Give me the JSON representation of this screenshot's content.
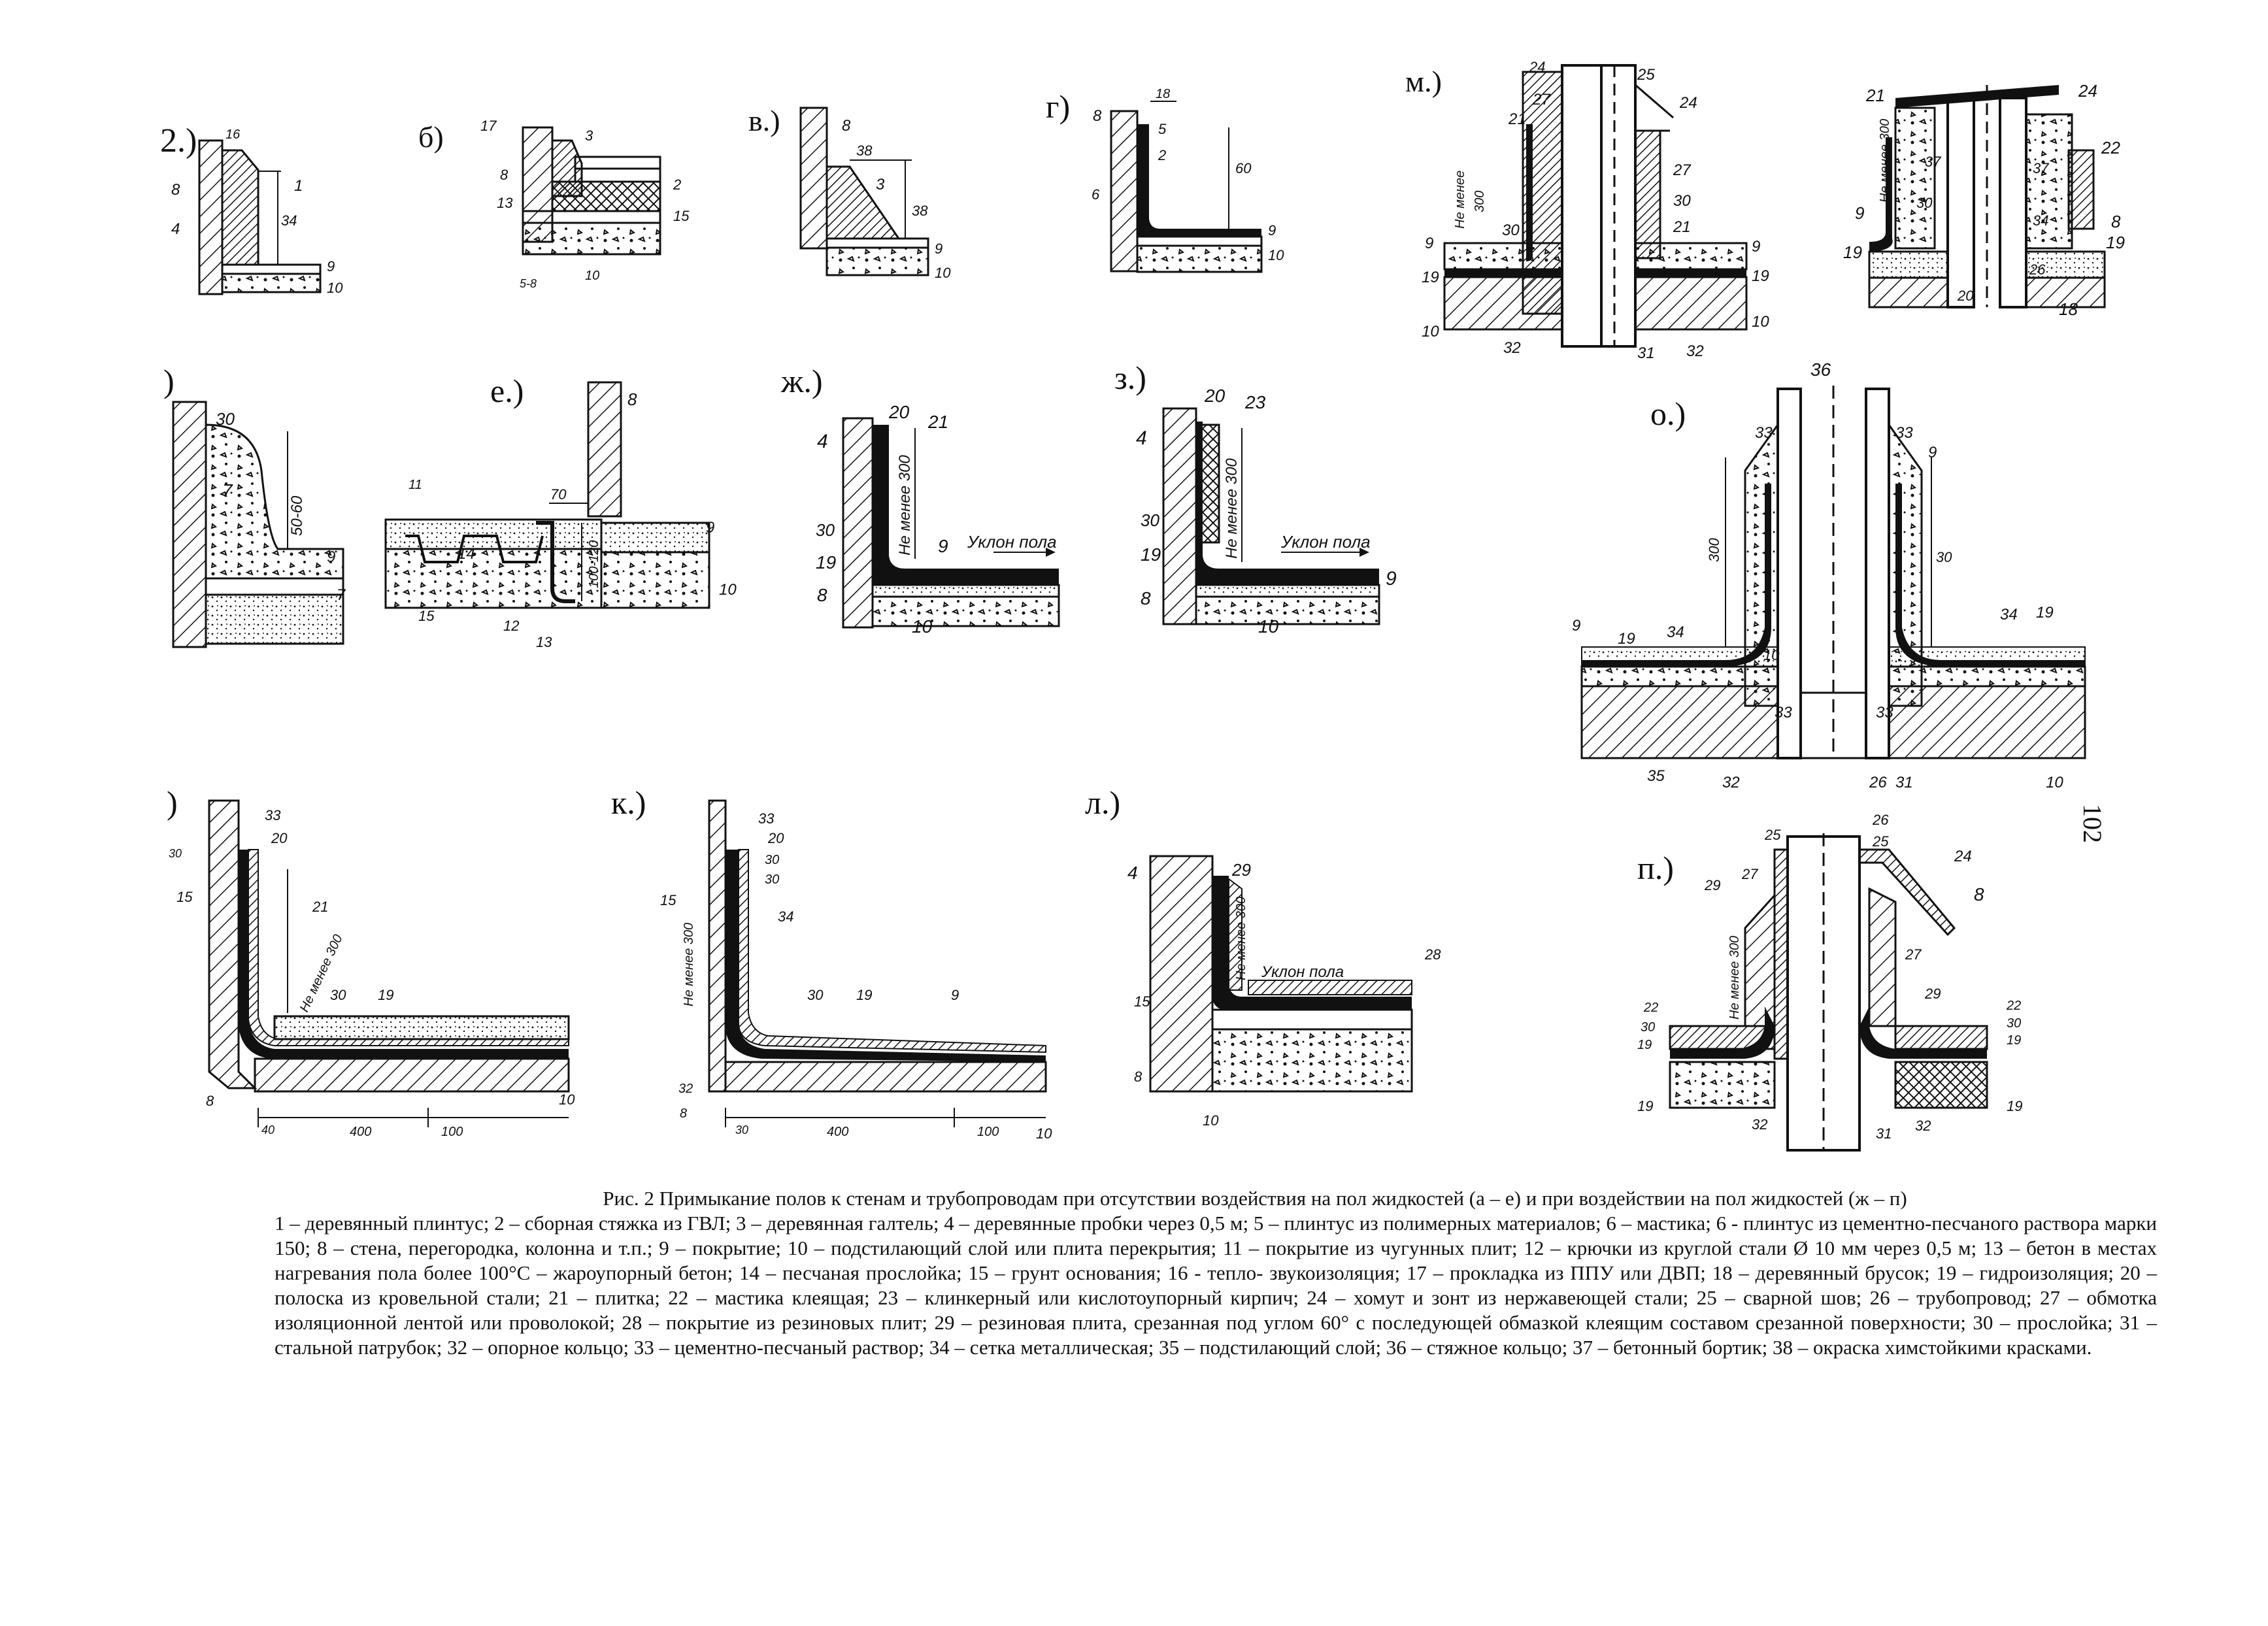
{
  "figure": {
    "caption_title": "Рис. 2 Примыкание полов к стенам и трубопроводам при отсутствии воздействия на пол жидкостей (а – е) и при воздействии на пол жидкостей (ж – п)",
    "legend_text": "1 – деревянный плинтус; 2 – сборная стяжка из ГВЛ; 3 – деревянная галтель; 4 – деревянные пробки через 0,5 м; 5 – плинтус из полимерных материалов; 6 – мастика; 6 - плинтус из цементно-песчаного раствора марки 150; 8 – стена, перегородка, колонна и т.п.; 9 – покрытие; 10 – подстилающий слой или плита перекрытия; 11 – покрытие из чугунных плит; 12 – крючки из круглой стали Ø 10 мм через 0,5 м; 13 – бетон в местах нагревания пола более 100°С – жароупорный бетон; 14 – песчаная прослойка; 15 – грунт основания; 16 - тепло- звукоизоляция; 17 – прокладка из ППУ или ДВП; 18 – деревянный брусок; 19 – гидроизоляция; 20 – полоска из кровельной стали; 21 – плитка; 22 – мастика клеящая; 23 – клинкерный или кислотоупорный кирпич; 24 – хомут и зонт из нержавеющей стали; 25 – сварной шов; 26 – трубопровод; 27 – обмотка изоляционной лентой или проволокой; 28 – покрытие из резиновых плит; 29 – резиновая плита, срезанная под углом 60° с последующей обмазкой клеящим составом срезанной поверхности; 30 – прослойка; 31 – стальной патрубок; 32 – опорное кольцо; 33 – цементно-песчаный раствор; 34 – сетка металлическая; 35 – подстилающий слой; 36 – стяжное кольцо; 37 – бетонный бортик; 38 – окраска химстойкими красками.",
    "page_number": "102"
  },
  "details": {
    "a": {
      "tag": "2.)",
      "nums": [
        "16",
        "1",
        "8",
        "4",
        "34",
        "9",
        "10"
      ]
    },
    "b": {
      "tag": "б)",
      "nums": [
        "17",
        "3",
        "8",
        "2",
        "13",
        "15",
        "10",
        "5-8"
      ]
    },
    "v": {
      "tag": "в.)",
      "nums": [
        "8",
        "38",
        "3",
        "38",
        "9",
        "10"
      ]
    },
    "g": {
      "tag": "г)",
      "nums": [
        "8",
        "18",
        "5",
        "2",
        "6",
        "60",
        "9",
        "10"
      ]
    },
    "m": {
      "tag": "м.)",
      "nums": [
        "24",
        "27",
        "25",
        "24",
        "21",
        "27",
        "30",
        "21",
        "30",
        "9",
        "19",
        "10",
        "32",
        "31",
        "32",
        "9",
        "19",
        "10"
      ],
      "text": [
        "Не менее",
        "300"
      ]
    },
    "n": {
      "tag": "",
      "nums": [
        "21",
        "24",
        "22",
        "37",
        "37",
        "9",
        "19",
        "30",
        "34",
        "8",
        "19",
        "26",
        "20",
        "18"
      ],
      "text": [
        "Не менее 300"
      ]
    },
    "d": {
      "tag": ")",
      "nums": [
        "30",
        "50-60",
        "7",
        "9",
        "7"
      ]
    },
    "e": {
      "tag": "е.)",
      "nums": [
        "8",
        "11",
        "70",
        "14",
        "9",
        "100-120",
        "10",
        "15",
        "12",
        "13"
      ]
    },
    "zh": {
      "tag": "ж.)",
      "nums": [
        "20",
        "21",
        "4",
        "30",
        "19",
        "9",
        "8",
        "10"
      ],
      "text": [
        "Не менее 300",
        "Уклон пола"
      ]
    },
    "z": {
      "tag": "з.)",
      "nums": [
        "20",
        "23",
        "4",
        "30",
        "19",
        "8",
        "9",
        "10"
      ],
      "text": [
        "Не менее 300",
        "Уклон пола"
      ]
    },
    "o": {
      "tag": "о.)",
      "nums": [
        "36",
        "33",
        "33",
        "9",
        "300",
        "30",
        "19",
        "34",
        "34",
        "19",
        "9",
        "10",
        "33",
        "35",
        "32",
        "26",
        "31",
        "33",
        "10"
      ]
    },
    "i": {
      "tag": ")",
      "nums": [
        "33",
        "20",
        "30",
        "15",
        "21",
        "30",
        "19",
        "8",
        "40",
        "400",
        "100",
        "10"
      ],
      "text": [
        "Не менее 300"
      ]
    },
    "k": {
      "tag": "к.)",
      "nums": [
        "33",
        "20",
        "30",
        "30",
        "15",
        "34",
        "30",
        "19",
        "9",
        "32",
        "8",
        "30",
        "400",
        "100",
        "10"
      ],
      "text": [
        "Не менее 300"
      ]
    },
    "l": {
      "tag": "л.)",
      "nums": [
        "4",
        "29",
        "28",
        "15",
        "8",
        "10"
      ],
      "text": [
        "Не менее 300",
        "Уклон пола"
      ]
    },
    "p": {
      "tag": "п.)",
      "nums": [
        "25",
        "26",
        "25",
        "24",
        "29",
        "27",
        "8",
        "27",
        "29",
        "22",
        "30",
        "19",
        "19",
        "32",
        "31",
        "32",
        "22",
        "30",
        "19",
        "19"
      ],
      "text": [
        "Не менее 300"
      ]
    }
  }
}
